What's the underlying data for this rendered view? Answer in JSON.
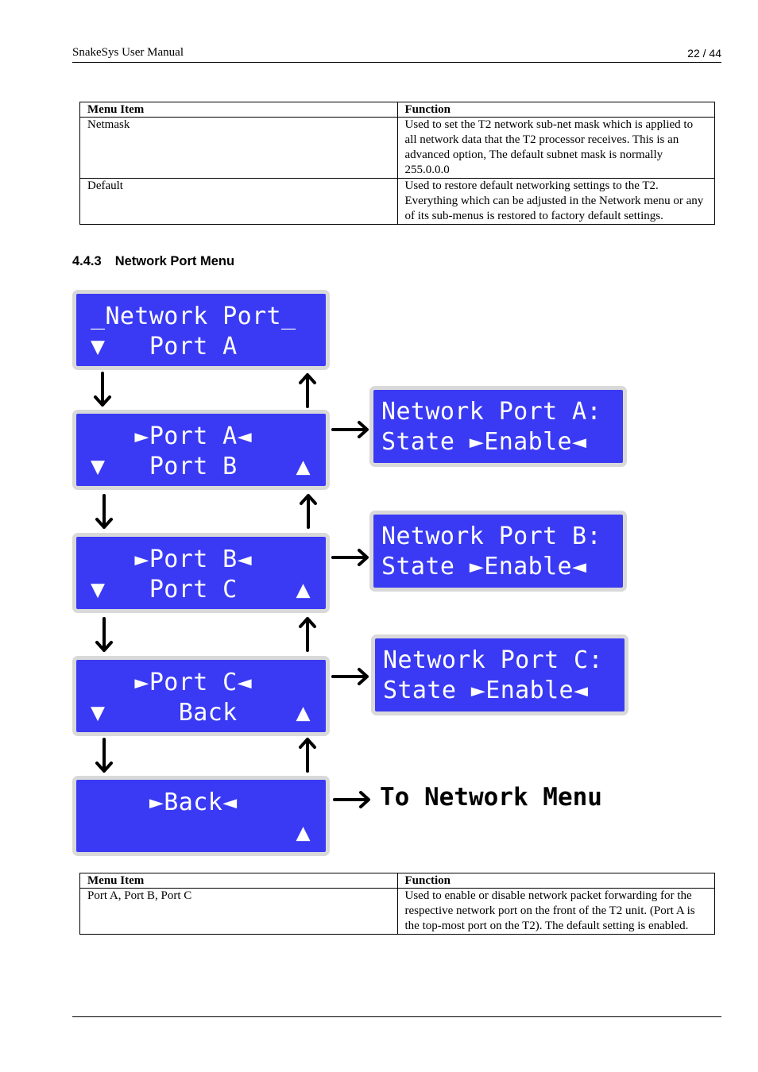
{
  "header": {
    "title": "SnakeSys User Manual",
    "page": "22 / 44"
  },
  "table1": {
    "headers": [
      "Menu Item",
      "Function"
    ],
    "rows": [
      {
        "item": "Netmask",
        "function": "Used to set the T2 network sub-net mask which is applied to all network data that the T2 processor receives. This is an advanced option, The default subnet mask is normally 255.0.0.0"
      },
      {
        "item": "Default",
        "function": "Used to restore default networking settings to the T2. Everything which can be adjusted in the Network menu or any of its sub-menus is restored to factory default settings."
      }
    ]
  },
  "section": {
    "number": "4.4.3",
    "title": "Network Port Menu"
  },
  "diagram": {
    "menu_screens": [
      {
        "line1": "_Network Port_",
        "line2": "▼   Port A"
      },
      {
        "line1": "   ►Port A◄",
        "line2": "▼   Port B    ▲"
      },
      {
        "line1": "   ►Port B◄",
        "line2": "▼   Port C    ▲"
      },
      {
        "line1": "   ►Port C◄",
        "line2": "▼     Back    ▲"
      },
      {
        "line1": "    ►Back◄",
        "line2": "              ▲"
      }
    ],
    "state_screens": [
      {
        "line1": "Network Port A:",
        "line2": "State ►Enable◄"
      },
      {
        "line1": "Network Port B:",
        "line2": "State ►Enable◄"
      },
      {
        "line1": "Network Port C:",
        "line2": "State ►Enable◄"
      }
    ],
    "exit_label": "To Network Menu",
    "lcd_color": "#3a3af4"
  },
  "table2": {
    "headers": [
      "Menu Item",
      "Function"
    ],
    "rows": [
      {
        "item": "Port A, Port B, Port C",
        "function": "Used to enable or disable network packet forwarding for the respective network port on the front of the T2 unit. (Port A is the top-most port on the T2). The default setting is enabled."
      }
    ]
  }
}
